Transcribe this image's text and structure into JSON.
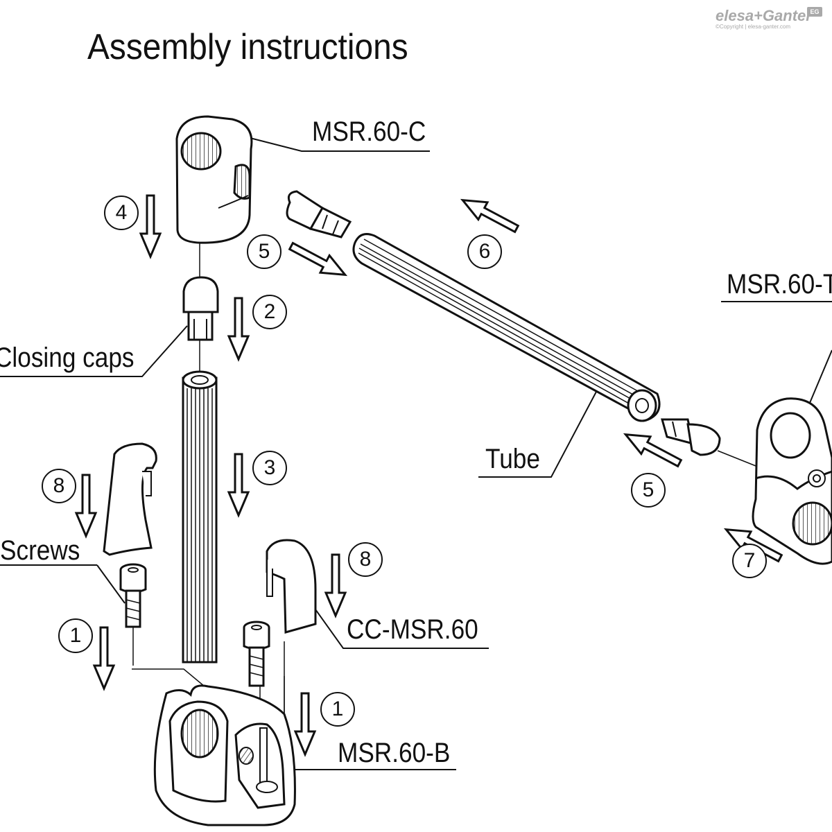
{
  "header": {
    "title": "Assembly instructions",
    "logo_text": "elesa+Ganter",
    "logo_badge": "EG",
    "logo_copyright": "©Copyright | elesa-ganter.com"
  },
  "labels": {
    "clamp_connector": "MSR.60-C",
    "tee_connector": "MSR.60-T",
    "closing_caps": "Closing caps",
    "tube": "Tube",
    "screws": "Screws",
    "cover_cap": "CC-MSR.60",
    "base": "MSR.60-B"
  },
  "steps": {
    "step_4": "4",
    "step_5a": "5",
    "step_6": "6",
    "step_2": "2",
    "step_3": "3",
    "step_8a": "8",
    "step_8b": "8",
    "step_5b": "5",
    "step_7": "7",
    "step_1a": "1",
    "step_1b": "1"
  },
  "colors": {
    "line": "#111111",
    "hatch": "#555555",
    "logo": "#a9a9a9"
  }
}
